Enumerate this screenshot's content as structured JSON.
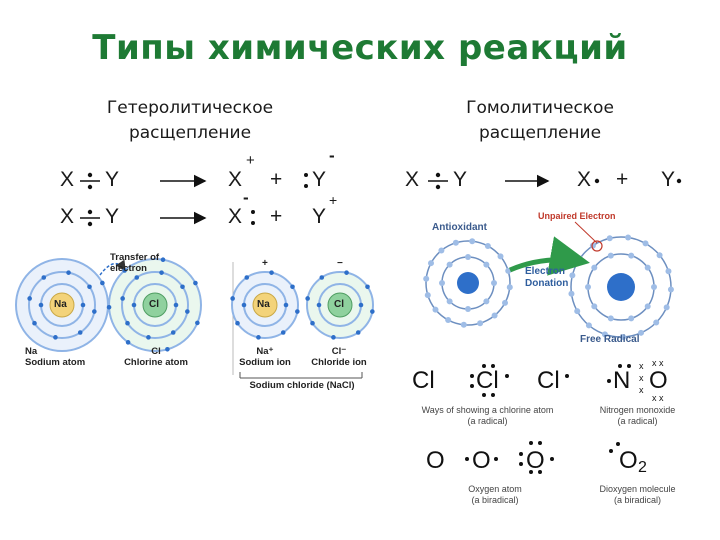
{
  "title": "Типы химических реакций",
  "heterolytic": {
    "heading_line1": "Гетеролитическое",
    "heading_line2": "расщепление",
    "eq1_left": "X",
    "eq1_left_b": "Y",
    "eq1_right_a": "X",
    "eq1_plus": "+",
    "eq1_right_b": "Y",
    "eq1_charge_a": "+",
    "eq1_charge_b": "-",
    "eq2_left": "X",
    "eq2_left_b": "Y",
    "eq2_right_a": "X",
    "eq2_plus": "+",
    "eq2_right_b": "Y",
    "eq2_charge_a": "-",
    "eq2_charge_b": "+",
    "figure": {
      "transfer_label_line1": "Transfer of",
      "transfer_label_line2": "electron",
      "na_symbol": "Na",
      "cl_symbol": "Cl",
      "na_caption_line1": "Na",
      "na_caption_line2": "Sodium atom",
      "cl_caption_line1": "Cl",
      "cl_caption_line2": "Chlorine atom",
      "na_ion_caption_line1": "Na⁺",
      "na_ion_caption_line2": "Sodium ion",
      "cl_ion_caption_line1": "Cl⁻",
      "cl_ion_caption_line2": "Chloride ion",
      "plus_sign": "+",
      "minus_sign": "−",
      "nacl_caption": "Sodium chloride (NaCl)"
    }
  },
  "homolytic": {
    "heading_line1": "Гомолитическое",
    "heading_line2": "расщепление",
    "eq_left": "X",
    "eq_left_b": "Y",
    "eq_right_a": "X",
    "eq_plus": "+",
    "eq_right_b": "Y",
    "figure": {
      "antioxidant_label": "Antioxidant",
      "unpaired_label": "Unpaired Electron",
      "donation_line1": "Electron",
      "donation_line2": "Donation",
      "free_radical_label": "Free Radical"
    },
    "lewis": {
      "cl1": "Cl",
      "cl2": "Cl",
      "cl3": "Cl",
      "chlorine_caption_line1": "Ways of showing a chlorine atom",
      "chlorine_caption_line2": "(a radical)",
      "no_n": "N",
      "no_o": "O",
      "no_caption_line1": "Nitrogen monoxide",
      "no_caption_line2": "(a radical)",
      "o1": "O",
      "o2": "O",
      "o3": "O",
      "oxygen_caption_line1": "Oxygen atom",
      "oxygen_caption_line2": "(a biradical)",
      "o2_symbol": "O",
      "o2_sub": "2",
      "o2_caption_line1": "Dioxygen molecule",
      "o2_caption_line2": "(a biradical)"
    }
  },
  "colors": {
    "title": "#1e7a34",
    "shell_blue": "#8fb4e6",
    "na_fill": "#f3d37a",
    "cl_fill": "#8fd19e",
    "electron": "#2e6fc9"
  }
}
